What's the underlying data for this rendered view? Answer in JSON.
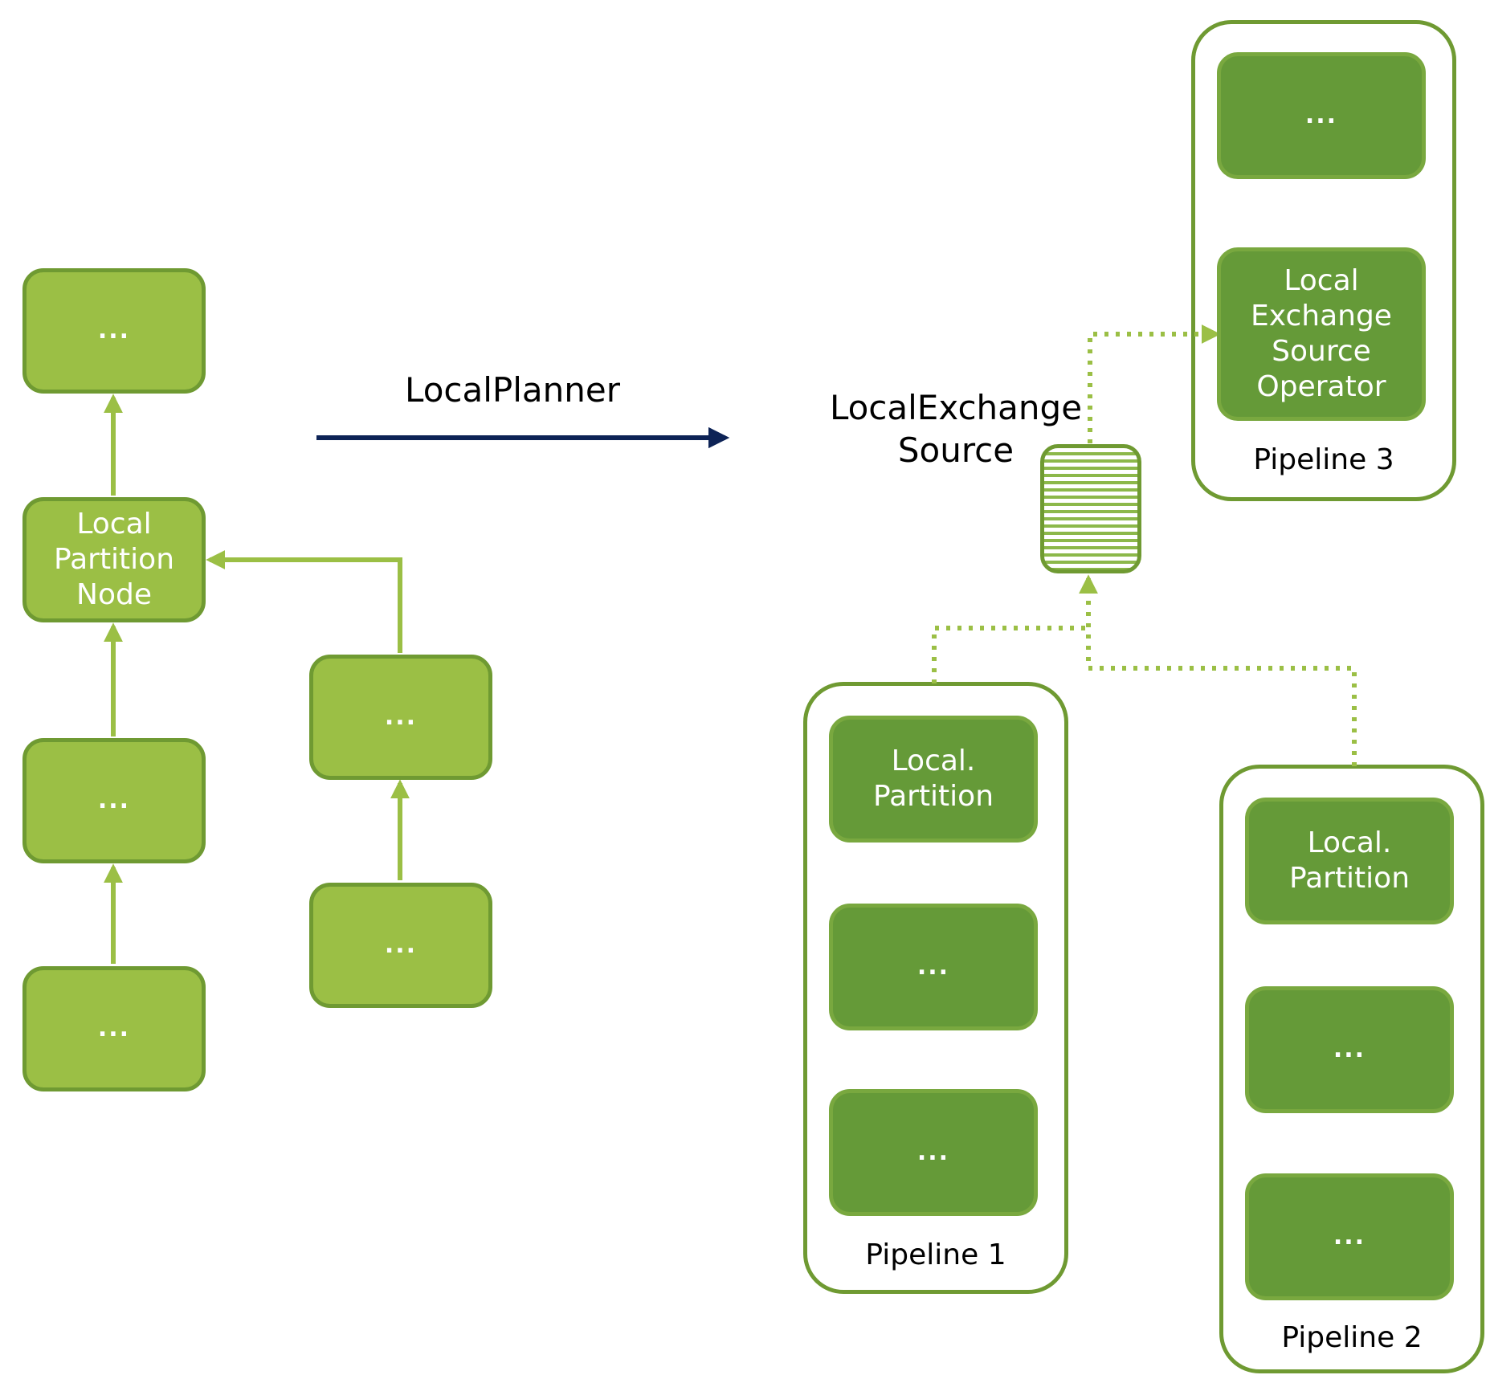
{
  "colors": {
    "light_node": "#9bbf45",
    "dark_node": "#659a38",
    "edge": "#9bbf45",
    "outline": "#6f9a32",
    "planner_arrow": "#0d2356"
  },
  "left_plan": {
    "top_node": "...",
    "local_partition_node": "Local\nPartition\nNode",
    "middle_node": "...",
    "bottom_node": "...",
    "right_upper_node": "...",
    "right_lower_node": "..."
  },
  "planner": {
    "label": "LocalPlanner"
  },
  "local_exchange_source": {
    "label": "LocalExchange\nSource"
  },
  "pipelines": {
    "p1": {
      "label": "Pipeline 1",
      "top": "Local.\nPartition",
      "middle": "...",
      "bottom": "..."
    },
    "p2": {
      "label": "Pipeline 2",
      "top": "Local.\nPartition",
      "middle": "...",
      "bottom": "..."
    },
    "p3": {
      "label": "Pipeline 3",
      "top": "...",
      "bottom": "Local\nExchange\nSource\nOperator"
    }
  }
}
